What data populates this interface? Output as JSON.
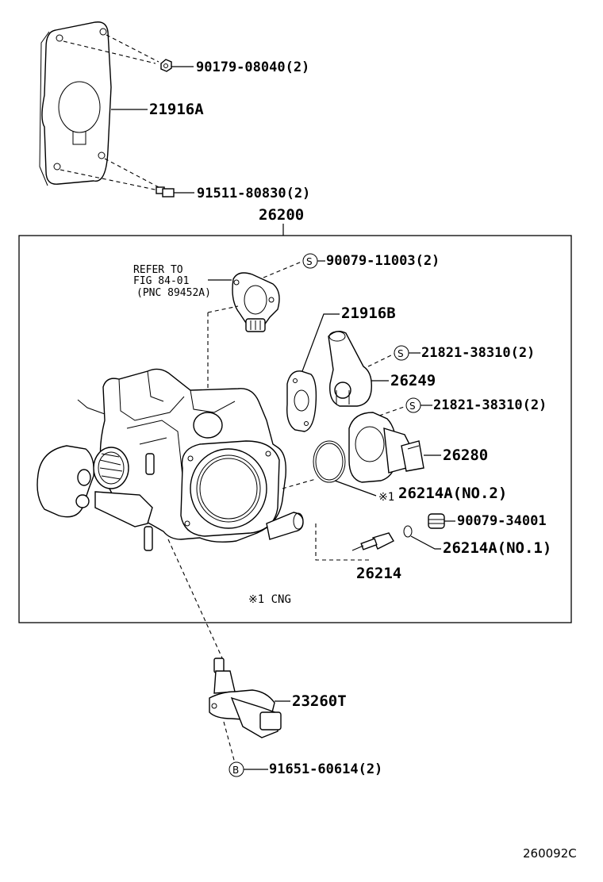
{
  "labels": {
    "bolt_1": "90179-08040(2)",
    "gasket_a": "21916A",
    "bolt_2": "91511-80830(2)",
    "throttle_body": "26200",
    "bolt_s_1": "90079-11003(2)",
    "refer_line1": "REFER TO",
    "refer_line2": "FIG 84-01",
    "refer_line3": "(PNC 89452A)",
    "gasket_b": "21916B",
    "screw_s_2": "21821-38310(2)",
    "part_26249": "26249",
    "screw_s_3": "21821-38310(2)",
    "part_26280": "26280",
    "oring_no2": "26214A(NO.2)",
    "oring_no2_mark": "※1",
    "plug": "90079-34001",
    "oring_no1": "26214A(NO.1)",
    "part_26214": "26214",
    "cng_note": "※1 CNG",
    "sensor": "23260T",
    "bolt_b": "91651-60614(2)",
    "diagram_code": "260092C"
  },
  "symbols": {
    "s_mark": "S",
    "b_mark": "B"
  }
}
